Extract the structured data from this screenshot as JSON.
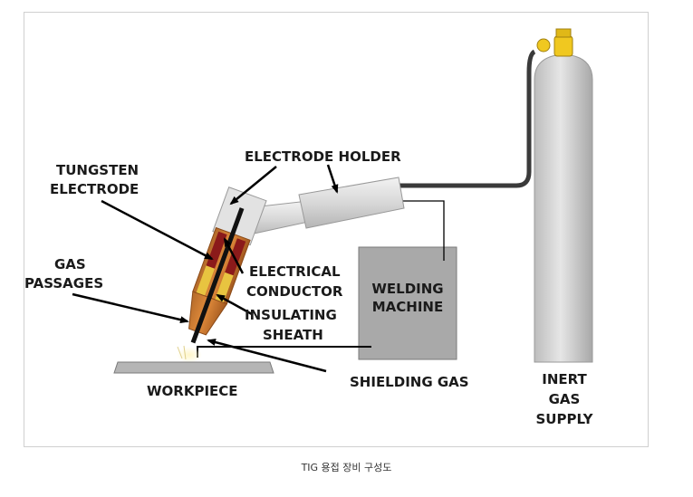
{
  "diagram": {
    "labels": {
      "electrode_holder": "ELECTRODE HOLDER",
      "tungsten_line1": "TUNGSTEN",
      "tungsten_line2": "ELECTRODE",
      "gas_line1": "GAS",
      "gas_line2": "PASSAGES",
      "electrical_line1": "ELECTRICAL",
      "electrical_line2": "CONDUCTOR",
      "insulating_line1": "INSULATING",
      "insulating_line2": "SHEATH",
      "welding_line1": "WELDING",
      "welding_line2": "MACHINE",
      "workpiece": "WORKPIECE",
      "shielding_gas": "SHIELDING GAS",
      "inert_line1": "INERT",
      "inert_line2": "GAS",
      "inert_line3": "SUPPLY"
    }
  },
  "caption": "TIG 용접 장비 구성도",
  "colors": {
    "background": "#ffffff",
    "machine_fill": "#a9a9a9",
    "cylinder_fill": "#c4c4c4",
    "hose": "#3a3a3a",
    "conductor_red": "#8b1a1a",
    "sheath_yellow": "#e8c440",
    "valve_yellow": "#f0c820"
  }
}
